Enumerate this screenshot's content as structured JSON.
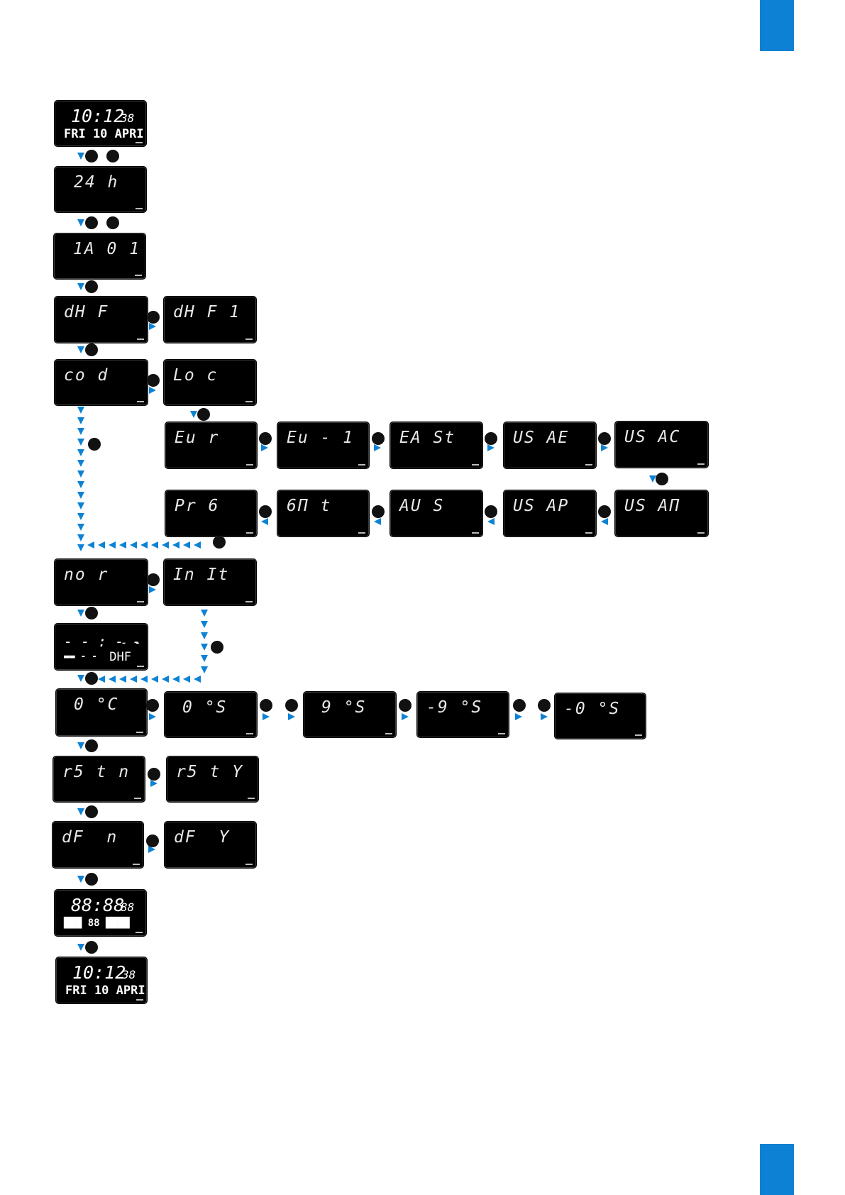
{
  "page": {
    "accent": "#0d82d4"
  },
  "screens": {
    "start_clock": {
      "time": "10:12",
      "seconds": "38",
      "date": "FRI 10 APRI"
    },
    "s24h": "24 h",
    "s1a01": "1A 0 1",
    "dhf": "dH F",
    "dhf1": "dH F 1",
    "cod": "co d",
    "loc": "Lo c",
    "eur": "Eu r",
    "eu1": "Eu - 1",
    "east": "EA St",
    "usae": "US AE",
    "usac": "US AC",
    "prg": "Pr 6",
    "gmt": "6П t",
    "aus": "AU S",
    "usap": "US AP",
    "usan": "US AП",
    "nor": "no r",
    "init": "In It",
    "blank_clock": {
      "time": "- - : - -",
      "seconds": "- -",
      "date": "▬▬ - -",
      "tag": "DHF"
    },
    "temp_0c": "0 °C",
    "temp_0s": "0 °S",
    "temp_9s": "9 °S",
    "temp_m9s": "-9 °S",
    "temp_m0s": "-0 °S",
    "rstn": "r5 t n",
    "rsty": "r5 t Y",
    "dfn": "dF  n",
    "dfy": "dF  Y",
    "test": {
      "time": "88:88",
      "seconds": "88",
      "date": "███ 88 ████"
    },
    "end_clock": {
      "time": "10:12",
      "seconds": "38",
      "date": "FRI 10 APRI"
    }
  }
}
